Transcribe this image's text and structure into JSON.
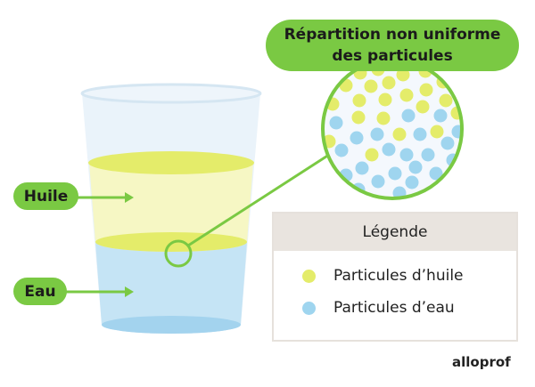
{
  "banner": {
    "line1": "Répartition non uniforme",
    "line2": "des particules"
  },
  "labels": {
    "oil": "Huile",
    "water": "Eau"
  },
  "legend": {
    "title": "Légende",
    "items": [
      {
        "label": "Particules d’huile",
        "color": "#e4ec6a"
      },
      {
        "label": "Particules d’eau",
        "color": "#9fd5ef"
      }
    ]
  },
  "logo": "alloprof",
  "colors": {
    "accent": "#7ac943",
    "oil": "#f6f7c4",
    "water": "#c5e4f5"
  }
}
